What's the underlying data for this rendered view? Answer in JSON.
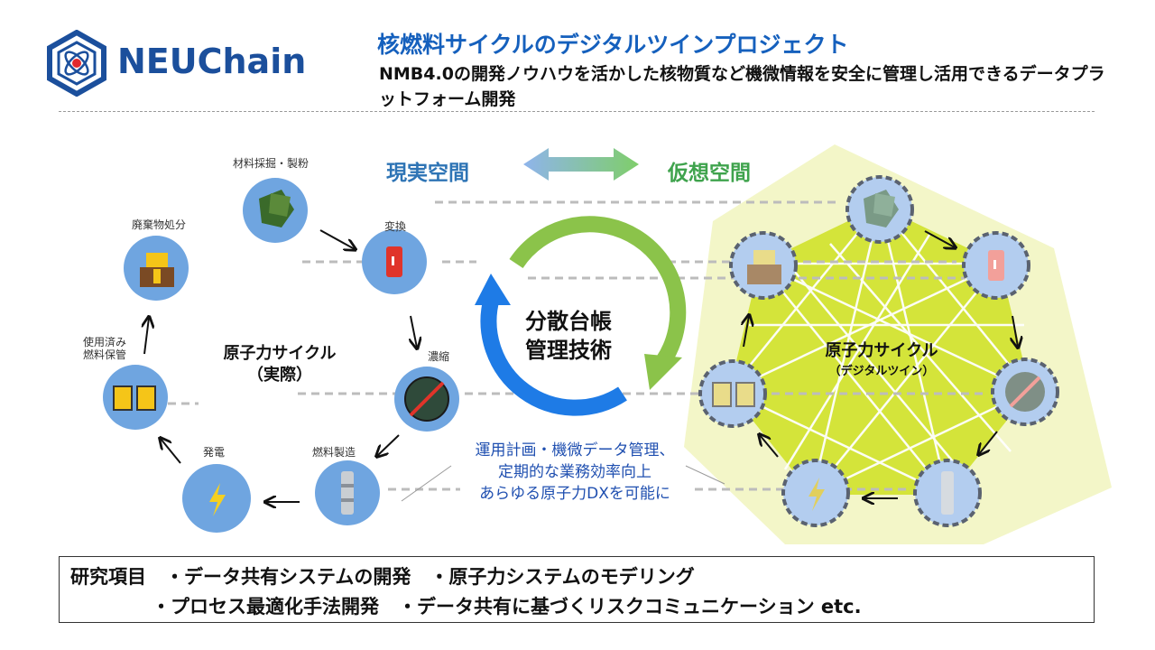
{
  "header": {
    "logo_text": "NEUChain",
    "title": "核燃料サイクルのデジタルツインプロジェクト",
    "subtitle": "NMB4.0の開発ノウハウを活かした核物質など機微情報を安全に管理し活用できるデータプラットフォーム開発"
  },
  "spaces": {
    "real": "現実空間",
    "virtual": "仮想空間"
  },
  "real_cycle": {
    "title_line1": "原子力サイクル",
    "title_line2": "（実際）",
    "nodes": {
      "mining": "材料採掘・製粉",
      "conversion": "変換",
      "enrichment": "濃縮",
      "fabrication": "燃料製造",
      "generation": "発電",
      "storage": "使用済み\n燃料保管",
      "disposal": "廃棄物処分"
    }
  },
  "center": {
    "line1": "分散台帳",
    "line2": "管理技術",
    "note_line1": "運用計画・機微データ管理、",
    "note_line2": "定期的な業務効率向上",
    "note_line3": "あらゆる原子力DXを可能に"
  },
  "virtual_cycle": {
    "title": "原子力サイクル",
    "subtitle": "（デジタルツイン）"
  },
  "research": {
    "line1": "研究項目　・データ共有システムの開発　・原子力システムのモデリング",
    "line2": "・プロセス最適化手法開発　・データ共有に基づくリスクコミュニケーション etc."
  },
  "colors": {
    "brand_blue": "#1b4f9c",
    "title_blue": "#1560bd",
    "real_blue": "#2e74b5",
    "virtual_green": "#3fa34d",
    "node_blue": "#5b9bd5",
    "yellow_green": "#d4e43a"
  },
  "icons": [
    "neuchain-logo-icon",
    "ore-icon",
    "door-icon",
    "centrifuge-icon",
    "fuel-rod-icon",
    "lightning-icon",
    "fuel-assembly-icon",
    "waste-box-icon"
  ]
}
